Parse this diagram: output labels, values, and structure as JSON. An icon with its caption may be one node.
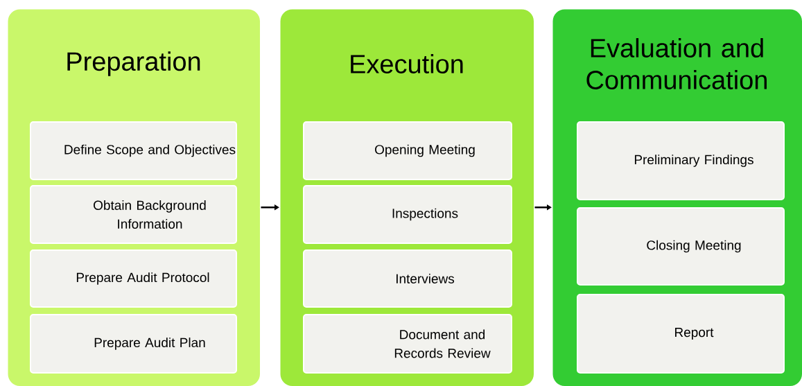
{
  "diagram": {
    "nodes": [
      {
        "text": [
          "Preparation"
        ]
      },
      {
        "text": [
          "Define Scope and Objectives"
        ],
        "in": 0
      },
      {
        "text": [
          "Obtain Background Information"
        ],
        "in": 0
      },
      {
        "text": [
          "Prepare Audit Protocol"
        ],
        "in": 0
      },
      {
        "text": [
          "Prepare Audit Plan"
        ],
        "in": 0
      },
      {
        "text": [
          "Execution"
        ]
      },
      {
        "text": [
          "Opening Meeting"
        ],
        "in": 5
      },
      {
        "text": [
          "Inspections"
        ],
        "in": 5
      },
      {
        "text": [
          "Interviews"
        ],
        "in": 5
      },
      {
        "text": [
          "Document and Records Review"
        ],
        "in": 5
      },
      {
        "text": [
          "Evaluation and Communication"
        ]
      },
      {
        "text": [
          "Preliminary Findings"
        ],
        "in": 10
      },
      {
        "text": [
          "Closing Meeting"
        ],
        "in": 10
      },
      {
        "text": [
          "Report"
        ],
        "in": 10
      }
    ],
    "edges": [
      {
        "from": 0,
        "to": 5,
        "arrow": "to"
      },
      {
        "from": 5,
        "to": 10,
        "arrow": "to"
      }
    ]
  }
}
